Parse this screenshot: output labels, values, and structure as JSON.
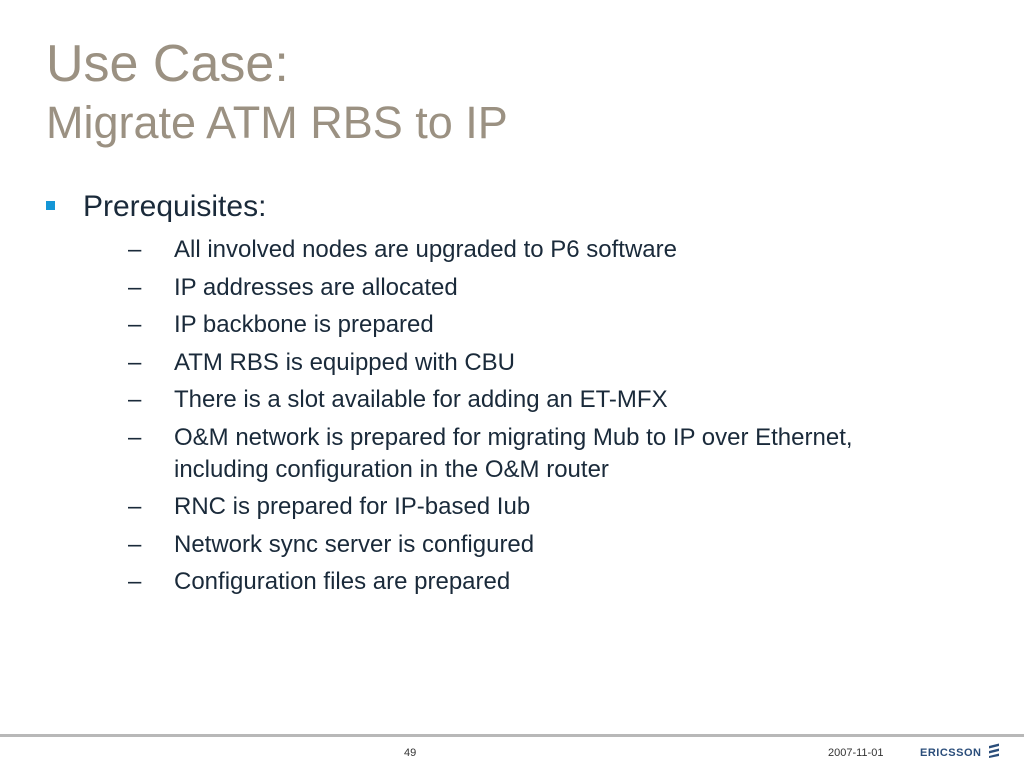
{
  "slide": {
    "title_line1": "Use Case:",
    "title_line2": "Migrate ATM RBS to IP",
    "bullet": "Prerequisites:",
    "sub_dash": "–",
    "items": [
      "All involved nodes are upgraded to P6 software",
      "IP addresses are allocated",
      "IP backbone is prepared",
      "ATM RBS is equipped with CBU",
      "There is a slot available for adding an ET-MFX",
      "O&M network is prepared for migrating Mub to IP over Ethernet, including configuration in the O&M router",
      "RNC is prepared for IP-based Iub",
      "Network sync server is configured",
      "Configuration files are prepared"
    ]
  },
  "footer": {
    "page_number": "49",
    "date": "2007-11-01",
    "logo_text": "ERICSSON"
  },
  "colors": {
    "title": "#9b9182",
    "bullet_square": "#1496d6",
    "body_text": "#1a2a3a",
    "footer_line": "#b8b8b8",
    "logo": "#2a4d7a"
  },
  "icons": {
    "bullet": "square-bullet-icon",
    "logo": "ericsson-logo-icon"
  }
}
